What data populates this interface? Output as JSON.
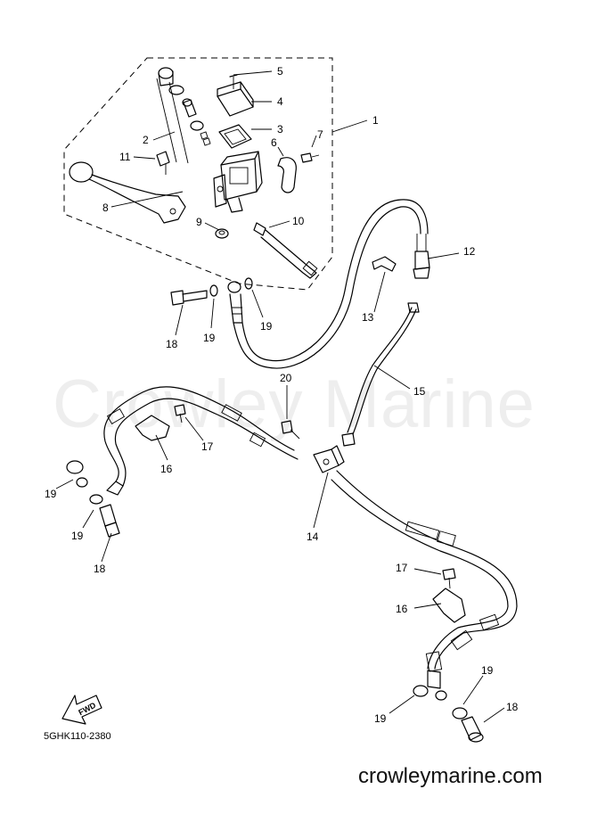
{
  "watermark": "Crowley Marine",
  "drawing_code": "5GHK110-2380",
  "footer_brand": "crowleymarine.com",
  "fwd_arrow_label": "FWD",
  "callouts": [
    {
      "id": "c-1",
      "label": "1"
    },
    {
      "id": "c-2",
      "label": "2"
    },
    {
      "id": "c-3",
      "label": "3"
    },
    {
      "id": "c-4",
      "label": "4"
    },
    {
      "id": "c-5",
      "label": "5"
    },
    {
      "id": "c-6",
      "label": "6"
    },
    {
      "id": "c-7",
      "label": "7"
    },
    {
      "id": "c-8",
      "label": "8"
    },
    {
      "id": "c-9",
      "label": "9"
    },
    {
      "id": "c-10",
      "label": "10"
    },
    {
      "id": "c-11",
      "label": "11"
    },
    {
      "id": "c-12",
      "label": "12"
    },
    {
      "id": "c-13",
      "label": "13"
    },
    {
      "id": "c-14",
      "label": "14"
    },
    {
      "id": "c-15",
      "label": "15"
    },
    {
      "id": "c-16a",
      "label": "16"
    },
    {
      "id": "c-16b",
      "label": "16"
    },
    {
      "id": "c-17a",
      "label": "17"
    },
    {
      "id": "c-17b",
      "label": "17"
    },
    {
      "id": "c-18a",
      "label": "18"
    },
    {
      "id": "c-18b",
      "label": "18"
    },
    {
      "id": "c-18c",
      "label": "18"
    },
    {
      "id": "c-19a",
      "label": "19"
    },
    {
      "id": "c-19b",
      "label": "19"
    },
    {
      "id": "c-19c",
      "label": "19"
    },
    {
      "id": "c-19d",
      "label": "19"
    },
    {
      "id": "c-19e",
      "label": "19"
    },
    {
      "id": "c-19f",
      "label": "19"
    },
    {
      "id": "c-20",
      "label": "20"
    }
  ]
}
